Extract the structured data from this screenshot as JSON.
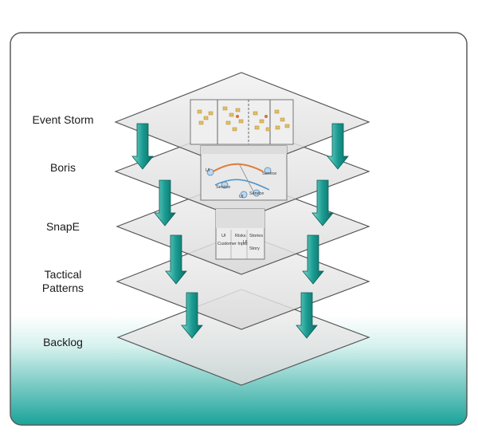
{
  "layers": [
    {
      "label_lines": [
        "Event Storm"
      ]
    },
    {
      "label_lines": [
        "Boris"
      ]
    },
    {
      "label_lines": [
        "SnapE"
      ]
    },
    {
      "label_lines": [
        "Tactical",
        "Patterns"
      ]
    },
    {
      "label_lines": [
        "Backlog"
      ]
    }
  ],
  "boris_thumbnail": {
    "labels": [
      "UI",
      "Service",
      "Service",
      "UI",
      "Service"
    ]
  },
  "snape_thumbnail": {
    "labels": [
      "UI",
      "Risks",
      "Stories",
      "Customer Input",
      "UI",
      "Story"
    ]
  },
  "colors": {
    "teal_gradient_top": "#ffffff",
    "teal_gradient_bottom": "#1aa39a",
    "arrow_light": "#7fd8cf",
    "arrow_dark": "#0a6b63",
    "plane_fill": "#e8e8e8",
    "plane_stroke": "#555555"
  }
}
